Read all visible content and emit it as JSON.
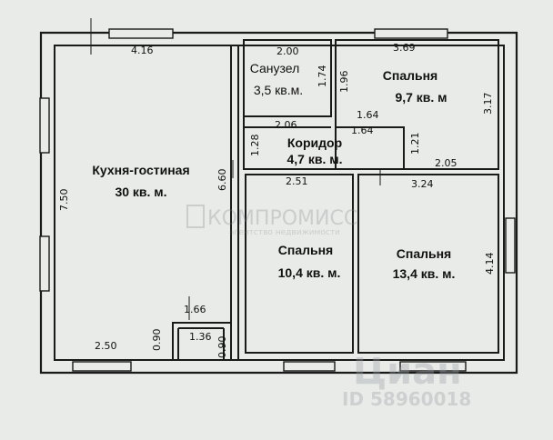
{
  "rooms": {
    "kitchen": {
      "name": "Кухня-гостиная",
      "area": "30 кв. м."
    },
    "bathroom": {
      "name": "Санузел",
      "area": "3,5 кв.м."
    },
    "bedroom_top": {
      "name": "Спальня",
      "area": "9,7 кв. м"
    },
    "corridor": {
      "name": "Коридор",
      "area": "4,7 кв. м."
    },
    "bedroom_mid": {
      "name": "Спальня",
      "area": "10,4 кв. м."
    },
    "bedroom_right": {
      "name": "Спальня",
      "area": "13,4 кв. м."
    }
  },
  "dimensions": {
    "kitchen_top": "4.16",
    "kitchen_left": "7.50",
    "kitchen_right": "6.60",
    "kitchen_bottom": "2.50",
    "bath_top": "2.00",
    "bath_right": "1.74",
    "bed_top_top": "3.69",
    "bed_top_left": "1.96",
    "bed_top_right": "3.17",
    "bed_top_bottom": "1.64",
    "corr_top_left": "2.06",
    "corr_top_right": "1.64",
    "corr_left": "1.28",
    "corr_right": "1.21",
    "corr_bottom_right": "2.05",
    "bed_mid_top": "2.51",
    "bed_right_top": "3.24",
    "bed_right_right": "4.14",
    "entry_top": "1.66",
    "entry_inner": "1.36",
    "entry_left": "0.90",
    "entry_right": "0.90"
  },
  "watermark": {
    "brand": "КОМПРОМИСС",
    "tagline": "агентство недвижимости",
    "site": "Циан",
    "listing_id": "ID 58960018"
  }
}
